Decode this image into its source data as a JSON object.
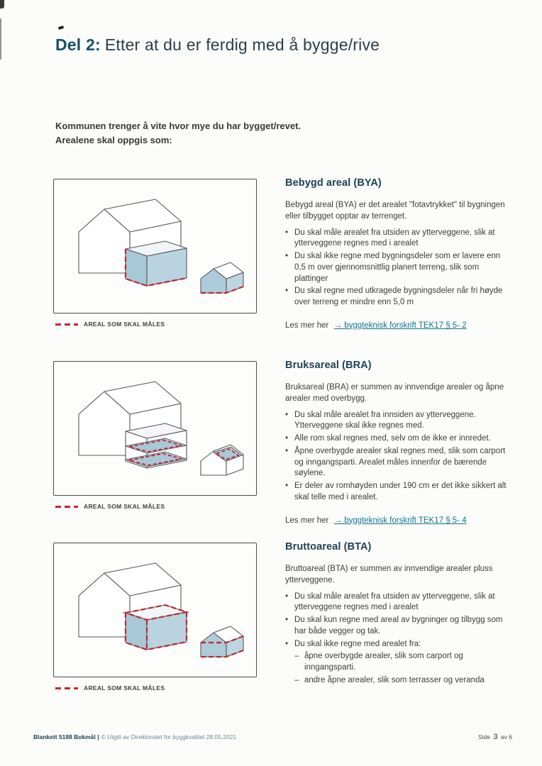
{
  "page": {
    "title_prefix": "Del 2:",
    "title_rest": "Etter at du er ferdig med å bygge/rive",
    "intro_line1": "Kommunen trenger å vite hvor mye du har bygget/revet.",
    "intro_line2": "Arealene skal oppgis som:"
  },
  "legend_label": "AREAL SOM SKAL MÅLES",
  "markers": {
    "bullet": "•",
    "dash": "–"
  },
  "sections": [
    {
      "heading": "Bebygd areal (BYA)",
      "intro": "Bebygd areal (BYA) er det arealet \"fotavtrykket\" til bygningen eller tilbygget opptar av terrenget.",
      "bullets": [
        "Du skal måle arealet fra utsiden av ytterveggene, slik at ytterveggene regnes med i arealet",
        "Du skal ikke regne med bygningsdeler som er lavere enn 0,5 m over gjennomsnittlig planert terreng, slik som plattinger",
        "Du skal regne med utkragede bygningsdeler når fri høyde over terreng er mindre enn 5,0 m"
      ],
      "les_mer": "Les mer her",
      "link": "→ byggteknisk forskrift TEK17 § 5- 2"
    },
    {
      "heading": "Bruksareal (BRA)",
      "intro": "Bruksareal (BRA) er summen av innvendige arealer og åpne arealer med overbygg.",
      "bullets": [
        "Du skal måle arealet fra innsiden av ytterveggene. Ytterveggene skal ikke regnes med.",
        "Alle rom skal regnes med, selv om de ikke er innredet.",
        "Åpne overbygde arealer skal regnes med, slik som carport og inngangsparti. Arealet måles innenfor de bærende søylene.",
        "Er deler av romhøyden under 190 cm er det ikke sikkert alt skal telle med i arealet."
      ],
      "les_mer": "Les mer her",
      "link": "→ byggteknisk forskrift TEK17 § 5- 4"
    },
    {
      "heading": "Bruttoareal (BTA)",
      "intro": "Bruttoareal (BTA) er summen av innvendige arealer pluss ytterveggene.",
      "bullets": [
        "Du skal måle arealet fra utsiden av ytterveggene, slik at ytterveggene regnes med i arealet",
        "Du skal kun regne med areal av bygninger og tilbygg som har både vegger og tak.",
        "Du skal ikke regne med arealet fra:"
      ],
      "sub_bullets": [
        "åpne overbygde arealer, slik som carport og inngangsparti.",
        "andre åpne arealer, slik som terrasser og veranda"
      ]
    }
  ],
  "footer": {
    "left_bold": "Blankett 5188 Bokmål |",
    "left_rest": "© Utgitt av Direktoratet for byggkvalitet 28.05.2021",
    "right_label1": "Side",
    "right_num": "3",
    "right_label2": "av 6"
  },
  "colors": {
    "heading": "#1c4356",
    "title_accent": "#16506a",
    "link": "#0e7590",
    "dashed_red": "#c1272d",
    "illustration_blue": "#a8c8d8",
    "illustration_blue_light": "#b9d3e0"
  }
}
